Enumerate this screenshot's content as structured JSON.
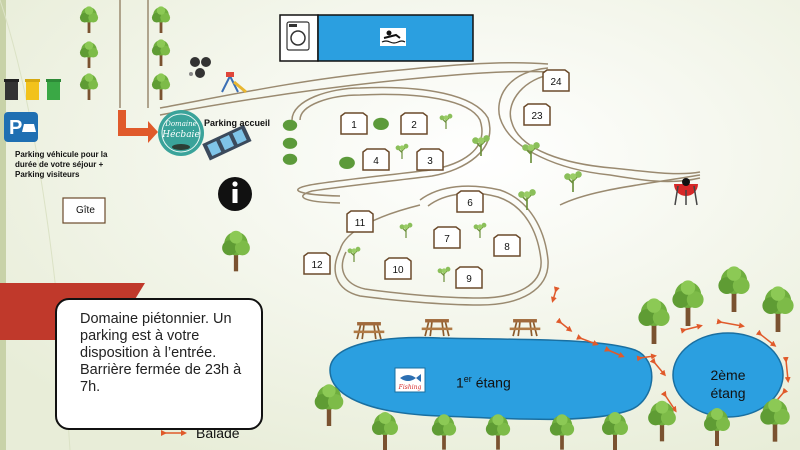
{
  "map": {
    "parking_label": "Parking véhicule pour la durée de votre séjour + Parking visiteurs",
    "parking_accueil_label": "Parking accueil",
    "gite_label": "Gîte",
    "logo": {
      "line1": "Domaine",
      "line2": "Hécbaie"
    },
    "plots": [
      "1",
      "2",
      "3",
      "4",
      "6",
      "7",
      "8",
      "9",
      "10",
      "11",
      "12",
      "23",
      "24"
    ],
    "ponds": [
      {
        "label": "1er étang",
        "sup": "er",
        "base": "1",
        "rest": " étang",
        "badge": "Fishing"
      },
      {
        "label": "2ème étang",
        "line1": "2ème",
        "line2": "étang"
      }
    ],
    "notice": "Domaine piétonnier. Un parking est à votre disposition à l’entrée. Barrière fermée de 23h à 7h.",
    "legend": {
      "label": "Balade"
    },
    "colors": {
      "water": "#2b9fe0",
      "background": "#f6f8ee",
      "path": "#9a8a70",
      "banner": "#c0392b",
      "parking_sign": "#1f6fb2",
      "arrow": "#e05a2b"
    },
    "icons": [
      "laundry-icon",
      "swimming-icon",
      "petanque-icon",
      "playground-icon",
      "recycling-bins-icon",
      "parking-sign-icon",
      "info-icon",
      "barbecue-icon",
      "tree-icon",
      "picnic-table-icon",
      "fishing-icon"
    ]
  }
}
